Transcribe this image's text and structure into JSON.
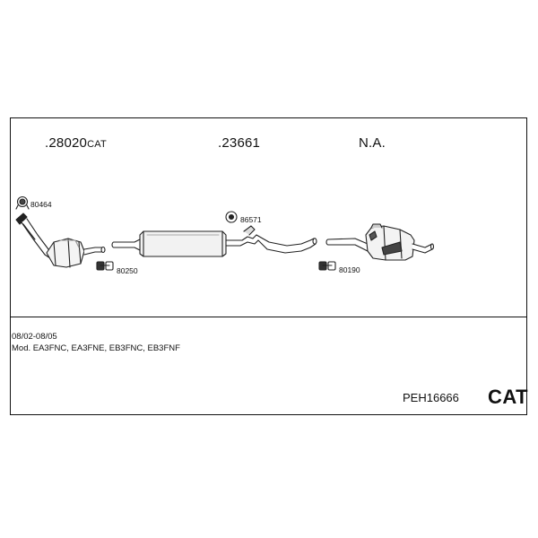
{
  "parts": {
    "p1": {
      "number": ".28020",
      "suffix": "CAT"
    },
    "p2": {
      "number": ".23661"
    },
    "p3": {
      "number": "N.A."
    }
  },
  "accessories": {
    "a1": "80464",
    "a2": "80250",
    "a3": "86571",
    "a4": "80190"
  },
  "info": {
    "years": "08/02-08/05",
    "models": "Mod. EA3FNC, EA3FNE, EB3FNC, EB3FNF"
  },
  "footer": {
    "kit_code": "PEH16666",
    "type_label": "CAT"
  },
  "icons": [
    "clamp-ring-icon",
    "hanger-icon",
    "rubber-mount-icon",
    "exhaust-pipe-icon",
    "catalytic-converter-icon",
    "middle-silencer-icon",
    "rear-silencer-icon"
  ]
}
